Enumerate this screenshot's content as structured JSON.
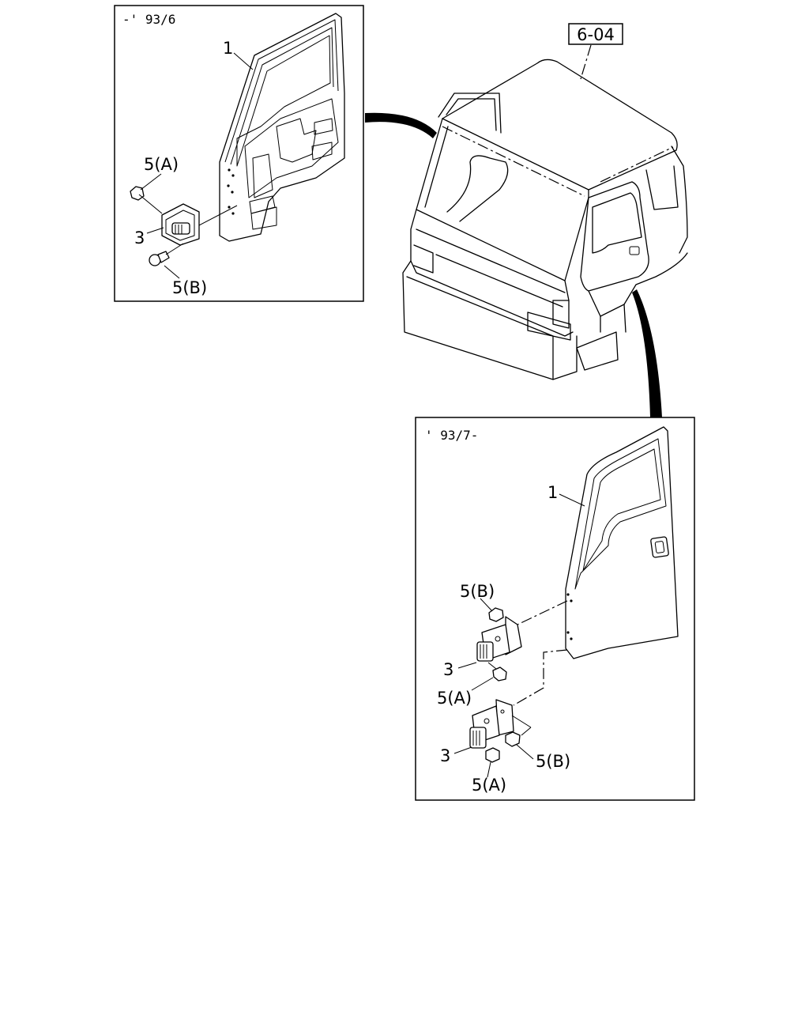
{
  "reference": {
    "label": "6-04"
  },
  "panel_early": {
    "date": "-' 93/6",
    "callouts": {
      "door": "1",
      "hinge": "3",
      "bolt_a": "5(A)",
      "bolt_b": "5(B)"
    }
  },
  "panel_late": {
    "date": "' 93/7-",
    "callouts": {
      "door": "1",
      "upper_bolt_b": "5(B)",
      "upper_hinge": "3",
      "upper_bolt_a": "5(A)",
      "lower_hinge": "3",
      "lower_bolt_b": "5(B)",
      "lower_bolt_a": "5(A)"
    }
  }
}
